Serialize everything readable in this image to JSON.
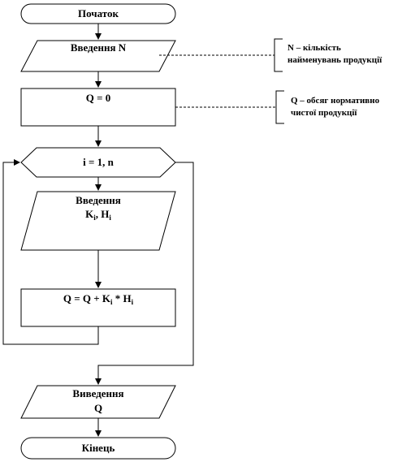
{
  "diagram": {
    "start": "Початок",
    "input_n": "Введення N",
    "init_q": "Q = 0",
    "loop": "i = 1, n",
    "input_kh": {
      "line1": "Введення",
      "k": "K",
      "sep": ", ",
      "h": "H",
      "index": "i"
    },
    "compute": {
      "prefix": "Q = Q + K",
      "mid": " * H",
      "index": "i"
    },
    "output_q": {
      "line1": "Виведення",
      "line2": "Q"
    },
    "end": "Кінець",
    "note_n": {
      "line1": "N – кількість",
      "line2": "найменувань продукції"
    },
    "note_q": {
      "line1": "Q – обсяг нормативно",
      "line2": "чистої продукції"
    },
    "colors": {
      "stroke": "#000000",
      "fill": "#ffffff"
    }
  }
}
